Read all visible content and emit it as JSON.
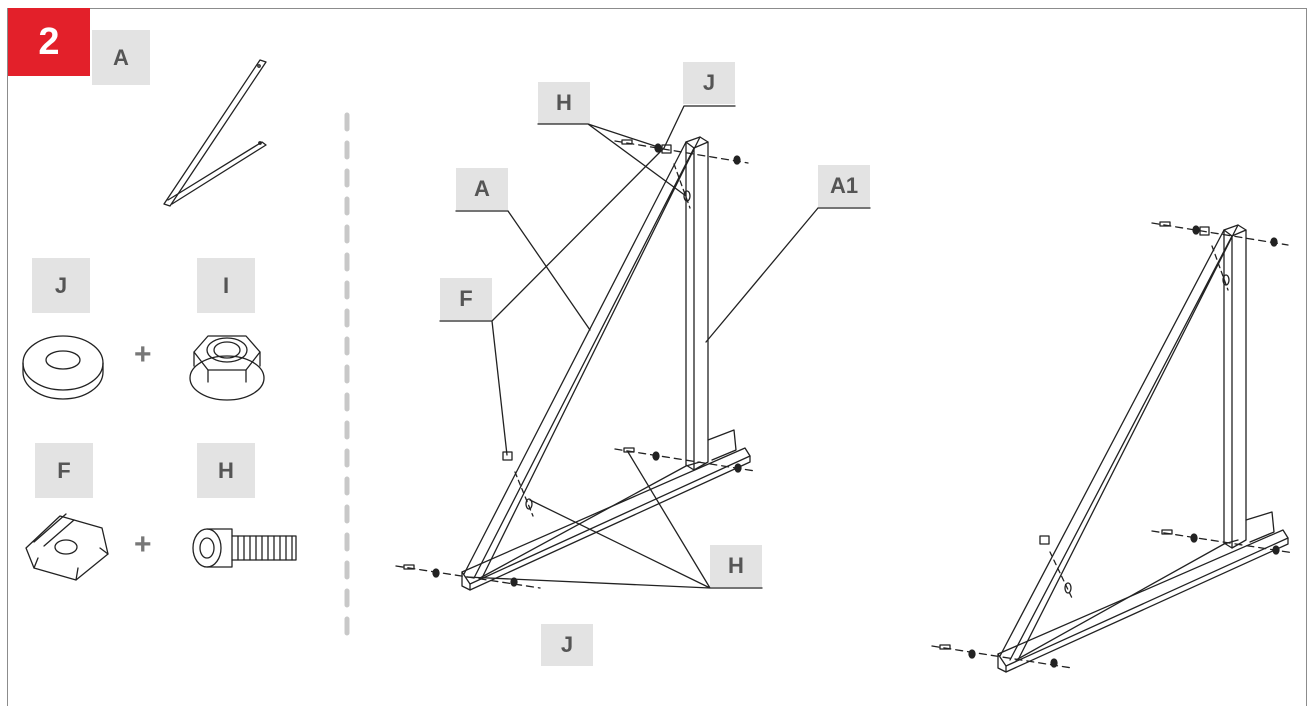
{
  "step_number": "2",
  "parts_panel": {
    "rail_label": "A",
    "washer_label": "J",
    "nut_label": "I",
    "slot_nut_label": "F",
    "bolt_label": "H",
    "plus_1": "+",
    "plus_2": "+"
  },
  "assembly_view": {
    "callouts": [
      "H",
      "J",
      "A",
      "A1",
      "F",
      "H",
      "J"
    ]
  }
}
